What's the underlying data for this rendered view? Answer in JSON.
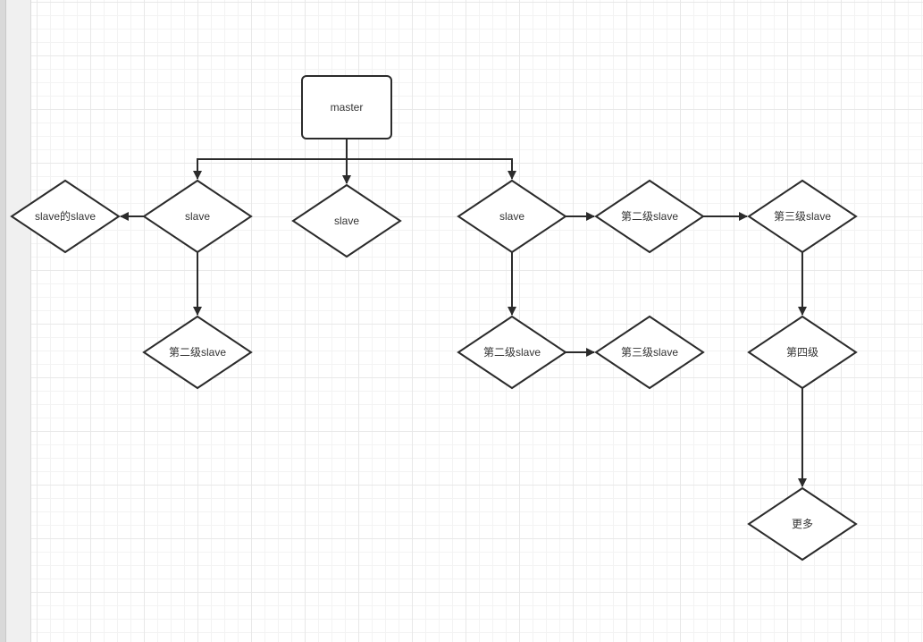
{
  "nodes": {
    "master": "master",
    "slave_left": "slave",
    "slave_of_slave": "slave的slave",
    "slave_left_l2": "第二级slave",
    "slave_mid": "slave",
    "slave_right": "slave",
    "right_l2_a": "第二级slave",
    "right_l3_a": "第三级slave",
    "right_l2_b": "第二级slave",
    "right_l3_b": "第三级slave",
    "level4": "第四级",
    "more": "更多"
  }
}
